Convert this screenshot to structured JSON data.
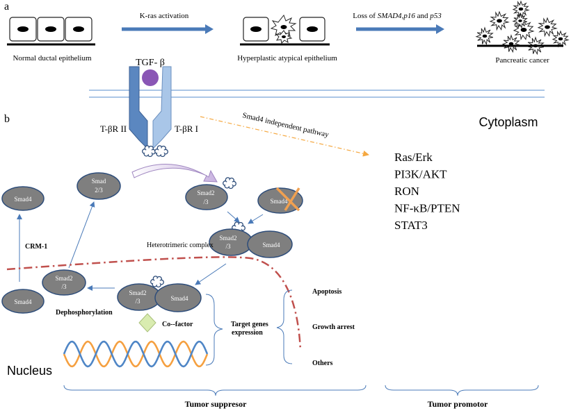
{
  "panel_a": {
    "label": "a",
    "stage_normal": "Normal ductal epithelium",
    "stage_hyperplastic": "Hyperplastic atypical epithelium",
    "stage_cancer": "Pancreatic cancer",
    "arrow1_label": "K-ras activation",
    "arrow2_label_prefix": "Loss of ",
    "arrow2_gene1": "SMAD4",
    "arrow2_sep1": ",",
    "arrow2_gene2": "p16",
    "arrow2_sep2": " and ",
    "arrow2_gene3": "p53"
  },
  "panel_b": {
    "label": "b",
    "ligand": "TGF- β",
    "receptor2": "T-βR II",
    "receptor1": "T-βR I",
    "cytoplasm": "Cytoplasm",
    "nucleus": "Nucleus",
    "independent_pathway": "Smad4  independent pathway",
    "pathways": [
      "Ras/Erk",
      "PI3K/AKT",
      "RON",
      "NF-κB/PTEN",
      "STAT3"
    ],
    "smad4": "Smad4",
    "smad23_line1": "Smad",
    "smad23_line1b": "Smad2",
    "smad23_line2": "2/3",
    "smad23_line2b": "/3",
    "heterotrimeric": "Heterotrimeric complex",
    "crm1": "CRM-1",
    "dephosphorylation": "Dephosphorylation",
    "cofactor": "Co--factor",
    "target_genes_1": "Target genes",
    "target_genes_2": "expression",
    "outcomes": [
      "Apoptosis",
      "Growth arrest",
      "Others"
    ],
    "tumor_suppressor": "Tumor suppresor",
    "tumor_promotor": "Tumor promotor"
  },
  "colors": {
    "arrow_blue": "#4a7ab8",
    "smad_fill": "#7f7f7f",
    "smad_stroke": "#2e4d7a",
    "receptor_dark": "#5b87c0",
    "receptor_light": "#a9c6e8",
    "ligand": "#8a56b5",
    "nuclear_membrane": "#c0504d",
    "cross": "#f0a050",
    "dashed_orange": "#f5a840",
    "dna_blue": "#4f86c6",
    "dna_orange": "#f5a040",
    "cofactor": "#d9ecb0"
  }
}
